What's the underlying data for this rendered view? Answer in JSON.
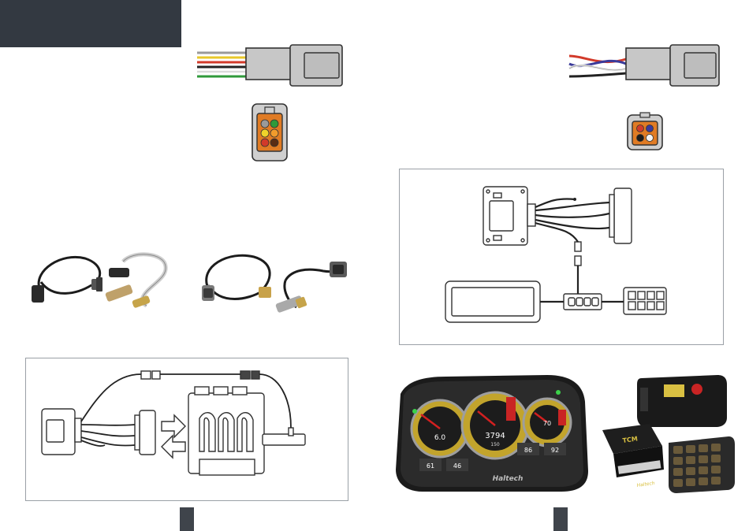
{
  "colors": {
    "header": "#333941",
    "page_tab": "#3f444b",
    "connector_grey": "#c8c8c8",
    "connector_orange": "#e07b24",
    "diagram_line": "#333333"
  },
  "figures": {
    "connector_left": {
      "wires": [
        "grey",
        "yellow",
        "red",
        "black",
        "white",
        "green"
      ]
    },
    "connector_right": {
      "wires": [
        "red",
        "white",
        "blue",
        "black"
      ]
    },
    "pins_left": [
      "grey",
      "green",
      "yellow",
      "orange",
      "red",
      "brown"
    ],
    "pins_right": [
      "red",
      "blue",
      "black",
      "white"
    ],
    "dash_display": {
      "gauge_left_value": "6.0",
      "gauge_mid_value": "3794",
      "gauge_mid_sub": "150",
      "gauge_right_value": "70",
      "readout_1": "61",
      "readout_2": "46",
      "readout_3": "86",
      "readout_4": "92",
      "brand": "Haltech"
    },
    "keypad_module_brand": "TCM",
    "keypad_brand": "Haltech"
  }
}
